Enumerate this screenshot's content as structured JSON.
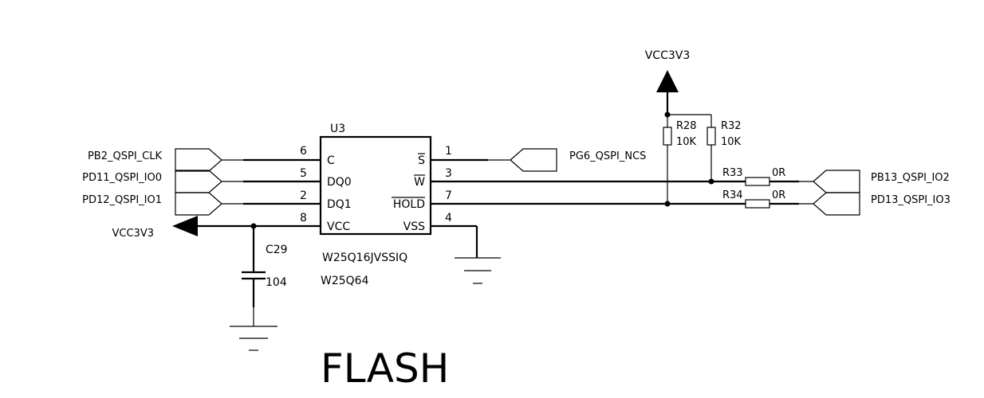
{
  "title": "FLASH",
  "chip": {
    "ref": "U3",
    "part": "W25Q16JVSSIQ",
    "alt_part": "W25Q64",
    "left_pins": [
      {
        "num": "6",
        "name": "C"
      },
      {
        "num": "5",
        "name": "DQ0"
      },
      {
        "num": "2",
        "name": "DQ1"
      },
      {
        "num": "8",
        "name": "VCC"
      }
    ],
    "right_pins": [
      {
        "num": "1",
        "name": "S"
      },
      {
        "num": "3",
        "name": "W"
      },
      {
        "num": "7",
        "name": "HOLD"
      },
      {
        "num": "4",
        "name": "VSS"
      }
    ]
  },
  "nets": {
    "clk": "PB2_QSPI_CLK",
    "io0": "PD11_QSPI_IO0",
    "io1": "PD12_QSPI_IO1",
    "vcc_left": "VCC3V3",
    "ncs": "PG6_QSPI_NCS",
    "io2": "PB13_QSPI_IO2",
    "io3": "PD13_QSPI_IO3",
    "vcc_top": "VCC3V3"
  },
  "capacitor": {
    "ref": "C29",
    "value": "104"
  },
  "resistors": [
    {
      "ref": "R28",
      "value": "10K"
    },
    {
      "ref": "R32",
      "value": "10K"
    },
    {
      "ref": "R33",
      "value": "0R"
    },
    {
      "ref": "R34",
      "value": "0R"
    }
  ]
}
